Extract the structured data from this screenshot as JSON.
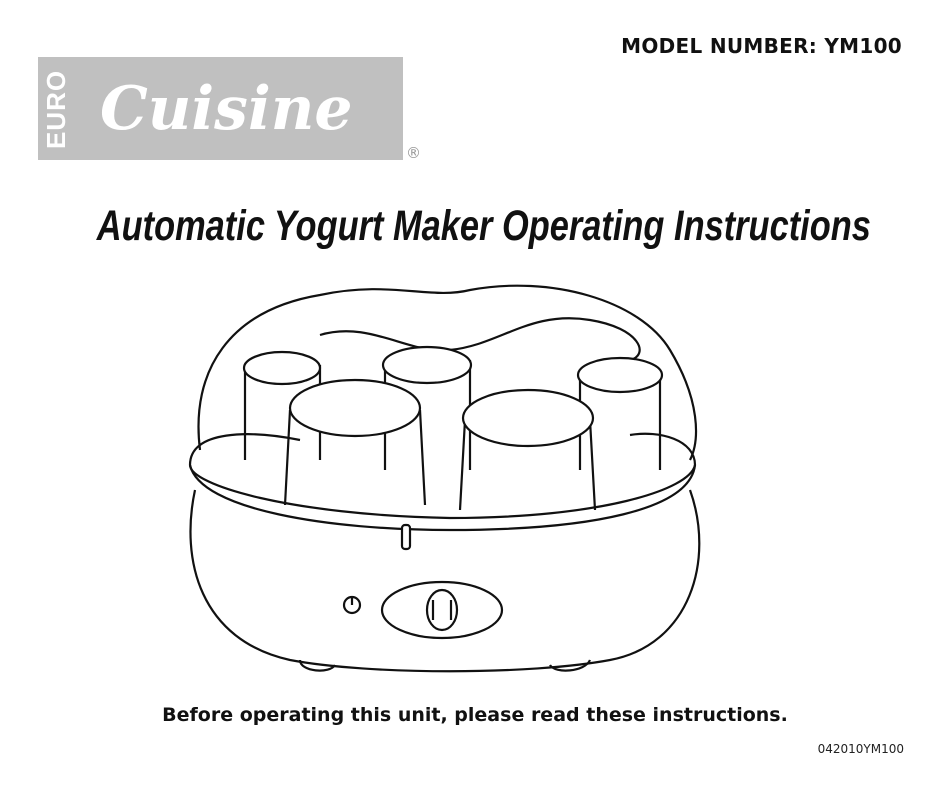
{
  "header": {
    "model_number": "MODEL NUMBER: YM100"
  },
  "logo": {
    "euro": "EURO",
    "cuisine": "Cuisine",
    "registered": "®"
  },
  "title": "Automatic Yogurt Maker Operating Instructions",
  "illustration": {
    "subject": "yogurt-maker-with-jars"
  },
  "notice": "Before operating this unit, please read these instructions.",
  "footer": {
    "code": "042010YM100"
  }
}
